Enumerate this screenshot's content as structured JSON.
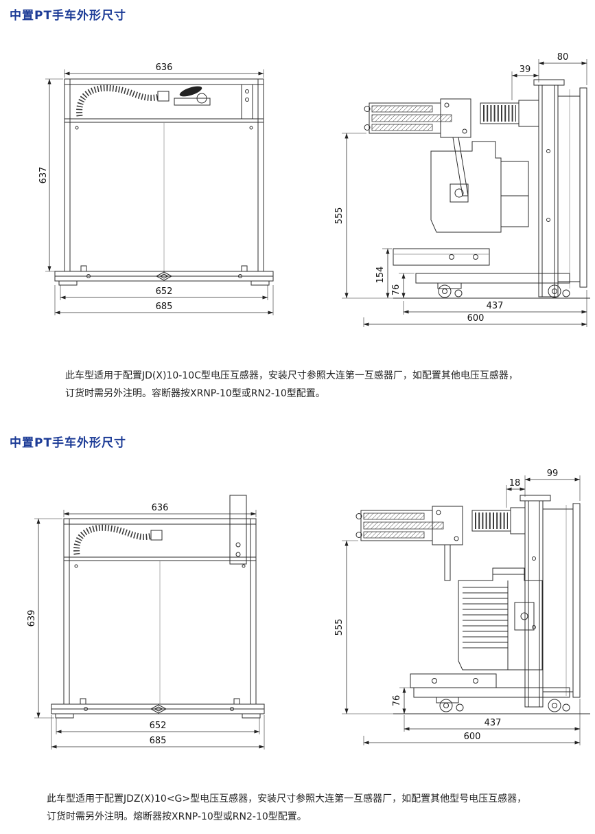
{
  "doc": {
    "section1": {
      "title": "中置PT手车外形尺寸",
      "note": [
        "此车型适用于配置JD(X)10-10C型电压互感器，安装尺寸参照大连第一互感器厂，如配置其他电压互感器，",
        "订货时需另外注明。容断器按XRNP-10型或RN2-10型配置。"
      ],
      "front": {
        "width_top": "636",
        "height_left": "637",
        "base_inner": "652",
        "base_outer": "685"
      },
      "side": {
        "top_offset": "80",
        "top_offset2": "39",
        "height": "555",
        "bracket_height": "154",
        "beam_height": "76",
        "depth_inner": "437",
        "depth_outer": "600"
      }
    },
    "section2": {
      "title": "中置PT手车外形尺寸",
      "note": [
        "此车型适用于配置JDZ(X)10<G>型电压互感器，安装尺寸参照大连第一互感器厂，如配置其他型号电压互感器，",
        "订货时需另外注明。熔断器按XRNP-10型或RN2-10型配置。"
      ],
      "front": {
        "width_top": "636",
        "height_left": "639",
        "base_inner": "652",
        "base_outer": "685"
      },
      "side": {
        "top_offset": "99",
        "top_offset2": "18",
        "height": "555",
        "beam_height": "76",
        "depth_inner": "437",
        "depth_outer": "600"
      }
    }
  }
}
